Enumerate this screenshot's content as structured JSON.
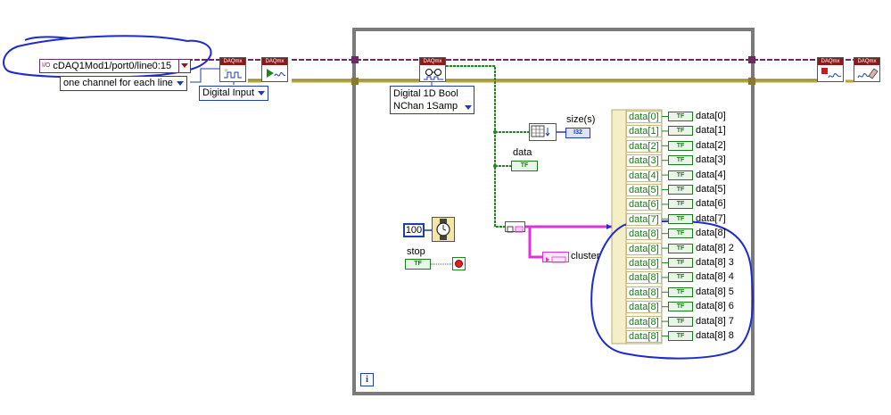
{
  "diagram": {
    "channel_constant": {
      "prefix": "I/O",
      "value": "cDAQ1Mod1/port0/line0:15"
    },
    "line_grouping": {
      "value": "one channel for each line"
    },
    "channel_type": {
      "value": "Digital Input"
    },
    "read_mode": {
      "line1": "Digital 1D Bool",
      "line2": "NChan 1Samp"
    },
    "vi_header": "DAQmx",
    "wait_value": "100",
    "stop_label": "stop",
    "tf_text": "TF",
    "i32_text": "I32",
    "size_label": "size(s)",
    "data_label": "data",
    "cluster_label": "cluster",
    "loop_iteration": "i",
    "index_labels": [
      "data[0]",
      "data[1]",
      "data[2]",
      "data[3]",
      "data[4]",
      "data[5]",
      "data[6]",
      "data[7]",
      "data[8]",
      "data[8]",
      "data[8]",
      "data[8]",
      "data[8]",
      "data[8]",
      "data[8]",
      "data[8]"
    ],
    "indicator_labels": [
      "data[0]",
      "data[1]",
      "data[2]",
      "data[3]",
      "data[4]",
      "data[5]",
      "data[6]",
      "data[7]",
      "data[8]",
      "data[8] 2",
      "data[8] 3",
      "data[8] 4",
      "data[8] 5",
      "data[8] 6",
      "data[8] 7",
      "data[8] 8"
    ]
  },
  "colors": {
    "task_wire": "#6b2a66",
    "error_wire": "#b8a53a",
    "bool_wire": "#1a8a1a",
    "cluster_wire": "#e030e0",
    "annotation": "#1e2bcc",
    "loop_border": "#7a7a7a"
  }
}
